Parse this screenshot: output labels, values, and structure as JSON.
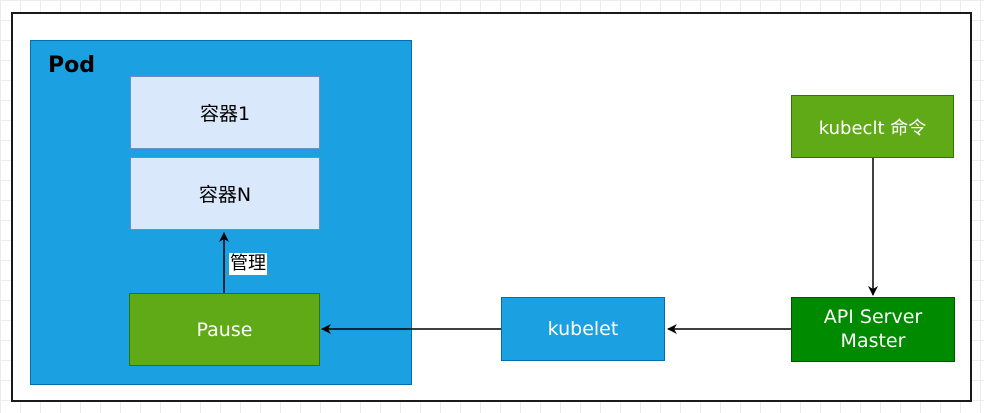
{
  "pod": {
    "title": "Pod"
  },
  "containers": [
    {
      "label": "容器1"
    },
    {
      "label": "容器N"
    }
  ],
  "pause": {
    "label": "Pause"
  },
  "manage_edge": {
    "label": "管理"
  },
  "kubelet": {
    "label": "kubelet"
  },
  "kubectl": {
    "label": "kubeclt 命令"
  },
  "api_server": {
    "line1": "API Server",
    "line2": "Master"
  },
  "colors": {
    "pod_fill": "#1ba1e2",
    "container_fill": "#dae8fc",
    "pause_fill": "#60a917",
    "kubelet_fill": "#1ba1e2",
    "kubectl_fill": "#60a917",
    "api_fill": "#008a00"
  }
}
